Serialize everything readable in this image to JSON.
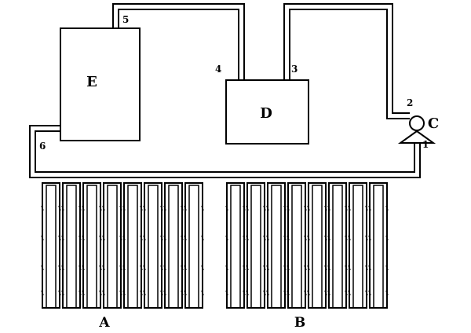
{
  "components": {
    "E": {
      "label": "E"
    },
    "D": {
      "label": "D"
    },
    "C": {
      "label": "C"
    }
  },
  "ports": [
    "1",
    "2",
    "3",
    "4",
    "5",
    "6"
  ],
  "groups": {
    "A": {
      "label": "A",
      "tubes": 8
    },
    "B": {
      "label": "B",
      "tubes": 8
    }
  },
  "colors": {
    "line": "#000000",
    "background": "#ffffff"
  }
}
